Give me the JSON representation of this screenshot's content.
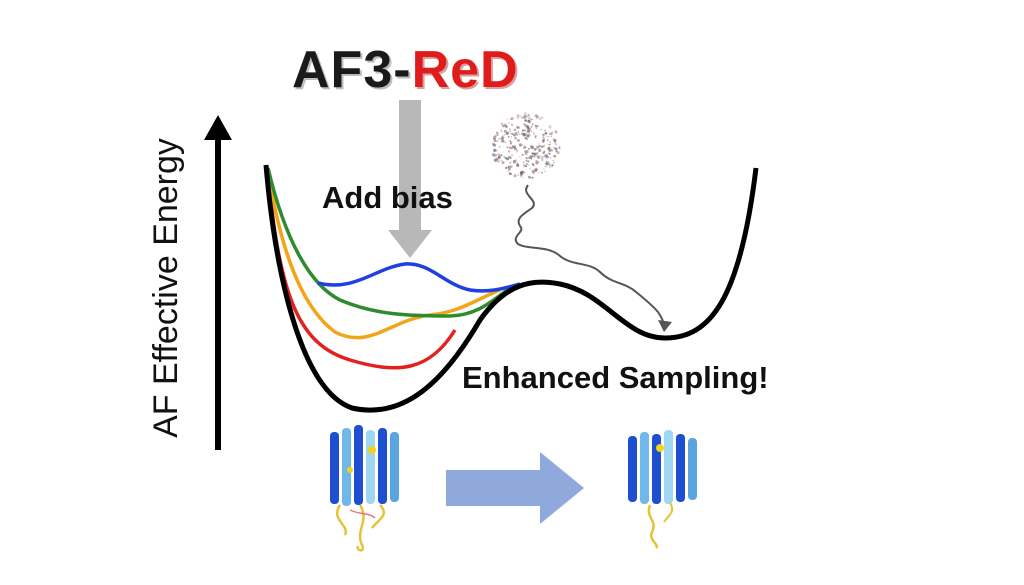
{
  "title": {
    "part1": "AF3-",
    "part2": "ReD",
    "part2_color": "#e01b1b"
  },
  "labels": {
    "bias": "Add bias",
    "enhanced": "Enhanced Sampling!",
    "y_axis": "AF Effective Energy"
  },
  "colors": {
    "landscape": "#000000",
    "bias_blue": "#1f3fe0",
    "bias_green": "#2e8b2e",
    "bias_orange": "#f2a516",
    "bias_red": "#e52020",
    "down_arrow": "#b8b8b8",
    "transition_arrow": "#8fa9dd",
    "trajectory": "#555555"
  },
  "icons": [
    "protein-structure-before",
    "protein-structure-after",
    "conformation-cloud"
  ]
}
